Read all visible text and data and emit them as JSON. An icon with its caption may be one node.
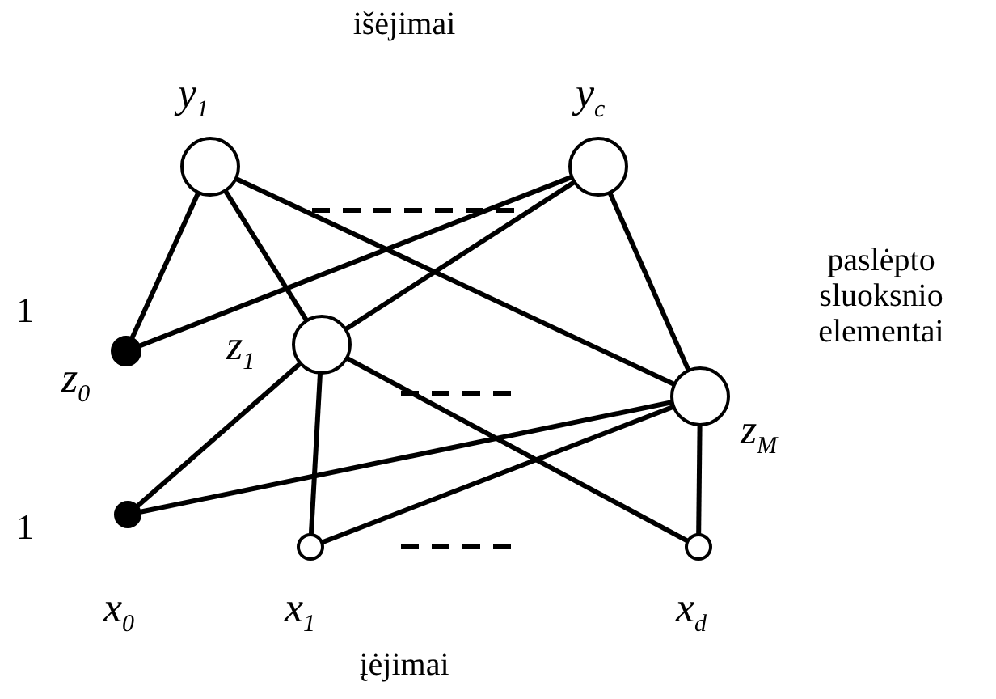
{
  "diagram": {
    "nodes": [
      {
        "text": [
          "y$_{1}$"
        ]
      },
      {
        "text": [
          "y$_{c}$"
        ]
      },
      {
        "text": [
          "z$_{0}$"
        ],
        "beside": [
          "1"
        ]
      },
      {
        "text": [
          "z$_{1}$"
        ]
      },
      {
        "text": [
          "z$_{M}$"
        ]
      },
      {
        "text": [
          "x$_{0}$"
        ],
        "beside": [
          "1"
        ]
      },
      {
        "text": [
          "x$_{1}$"
        ]
      },
      {
        "text": [
          "x$_{d}$"
        ]
      }
    ],
    "edges": [
      {
        "from": 0,
        "to": 2,
        "arrow": "none"
      },
      {
        "from": 0,
        "to": 3,
        "arrow": "none"
      },
      {
        "from": 0,
        "to": 4,
        "arrow": "none"
      },
      {
        "from": 1,
        "to": 2,
        "arrow": "none"
      },
      {
        "from": 1,
        "to": 3,
        "arrow": "none"
      },
      {
        "from": 1,
        "to": 4,
        "arrow": "none"
      },
      {
        "from": 3,
        "to": 5,
        "arrow": "none"
      },
      {
        "from": 3,
        "to": 6,
        "arrow": "none"
      },
      {
        "from": 3,
        "to": 7,
        "arrow": "none"
      },
      {
        "from": 4,
        "to": 5,
        "arrow": "none"
      },
      {
        "from": 4,
        "to": 6,
        "arrow": "none"
      },
      {
        "from": 4,
        "to": 7,
        "arrow": "none"
      }
    ],
    "labels": [
      "išėjimai",
      "paslėpto sluoksnio elementai",
      "įėjimai"
    ]
  }
}
